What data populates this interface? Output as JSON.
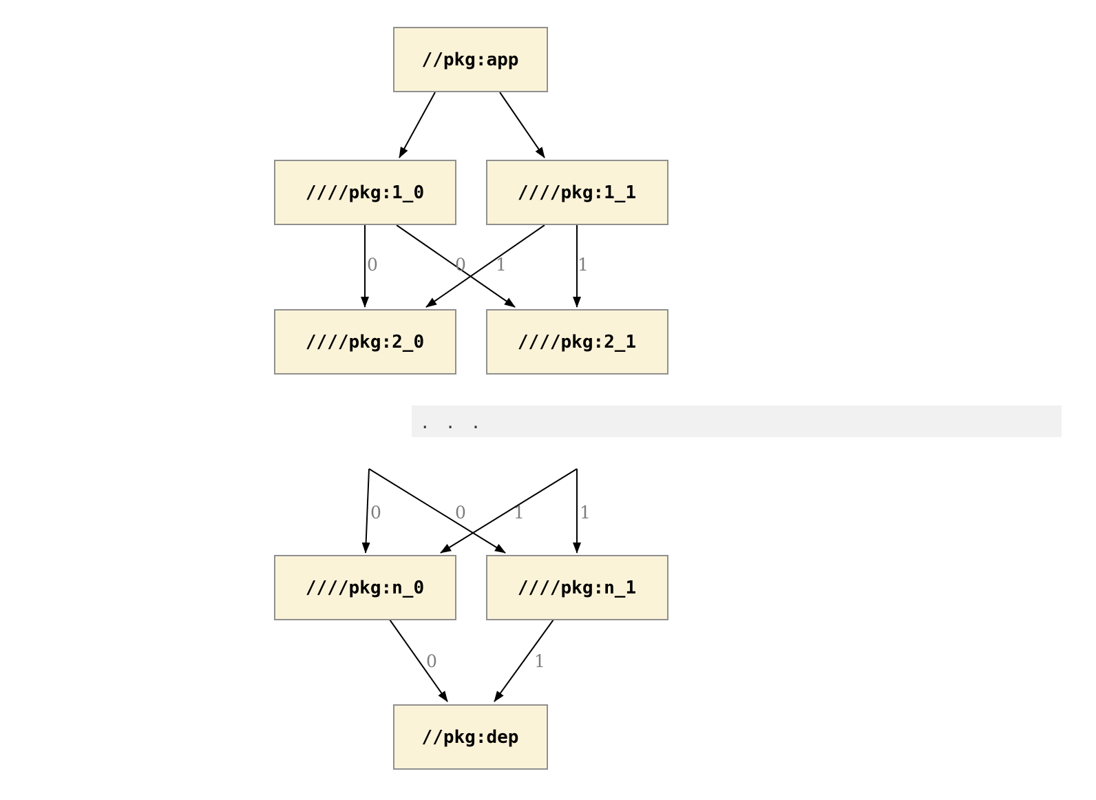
{
  "diagram": {
    "type": "dependency-graph",
    "nodes": [
      {
        "id": "app",
        "label": "//pkg:app"
      },
      {
        "id": "1_0",
        "label": "////pkg:1_0"
      },
      {
        "id": "1_1",
        "label": "////pkg:1_1"
      },
      {
        "id": "2_0",
        "label": "////pkg:2_0"
      },
      {
        "id": "2_1",
        "label": "////pkg:2_1"
      },
      {
        "id": "n_0",
        "label": "////pkg:n_0"
      },
      {
        "id": "n_1",
        "label": "////pkg:n_1"
      },
      {
        "id": "dep",
        "label": "//pkg:dep"
      }
    ],
    "ellipsis": ". . .",
    "edges": [
      {
        "from": "//pkg:app",
        "to": "////pkg:1_0",
        "label": ""
      },
      {
        "from": "//pkg:app",
        "to": "////pkg:1_1",
        "label": ""
      },
      {
        "from": "////pkg:1_0",
        "to": "////pkg:2_0",
        "label": "0"
      },
      {
        "from": "////pkg:1_0",
        "to": "////pkg:2_1",
        "label": "1"
      },
      {
        "from": "////pkg:1_1",
        "to": "////pkg:2_0",
        "label": "0"
      },
      {
        "from": "////pkg:1_1",
        "to": "////pkg:2_1",
        "label": "1"
      },
      {
        "from": "...",
        "to": "////pkg:n_0",
        "label": "0"
      },
      {
        "from": "...",
        "to": "////pkg:n_1",
        "label": "1"
      },
      {
        "from": "...",
        "to": "////pkg:n_0",
        "label": "0"
      },
      {
        "from": "...",
        "to": "////pkg:n_1",
        "label": "1"
      },
      {
        "from": "////pkg:n_0",
        "to": "//pkg:dep",
        "label": "0"
      },
      {
        "from": "////pkg:n_1",
        "to": "//pkg:dep",
        "label": "1"
      }
    ],
    "colors": {
      "node_fill": "#fbf3d8",
      "node_border": "#8f8f8f",
      "node_text": "#000000",
      "edge": "#000000",
      "edge_label": "#7d7d7d",
      "ellipsis_background": "#f1f1f1",
      "ellipsis_text": "#333333",
      "page_background": "#ffffff"
    }
  }
}
